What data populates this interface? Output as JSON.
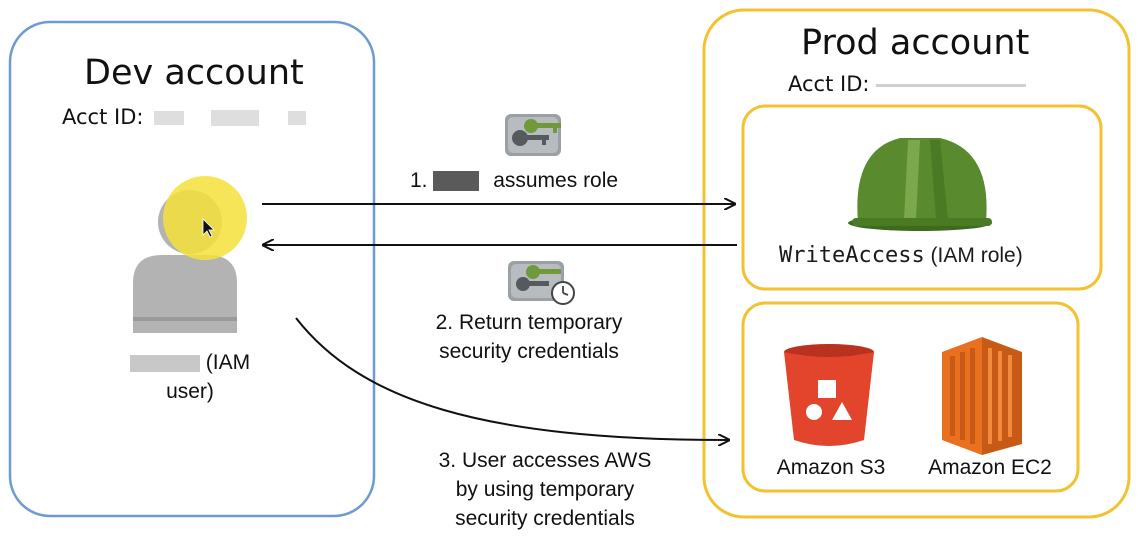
{
  "dev_account": {
    "title": "Dev account",
    "acct_id_label": "Acct ID:",
    "user_label_suffix": "(IAM",
    "user_label_line2": "user)"
  },
  "prod_account": {
    "title": "Prod account",
    "acct_id_label": "Acct ID:",
    "role_name": "WriteAccess",
    "role_suffix": "(IAM role)",
    "services": [
      "Amazon S3",
      "Amazon EC2"
    ]
  },
  "steps": {
    "step1_prefix": "1.",
    "step1_text": "assumes role",
    "step2_line1": "2. Return temporary",
    "step2_line2": "security credentials",
    "step3_line1": "3. User accesses AWS",
    "step3_line2": "by using temporary",
    "step3_line3": "security credentials"
  },
  "colors": {
    "dev_border": "#6b9bd1",
    "prod_border": "#f2c230",
    "helmet": "#5a8a2e",
    "key": "#6f9a3a",
    "s3": "#e2452b",
    "ec2": "#e8701f",
    "user_gray": "#b3b3b3",
    "highlight": "#f5e23a"
  },
  "icons": [
    "key-icon",
    "key-clock-icon",
    "user-icon",
    "helmet-icon",
    "s3-bucket-icon",
    "ec2-icon",
    "cursor-icon"
  ]
}
